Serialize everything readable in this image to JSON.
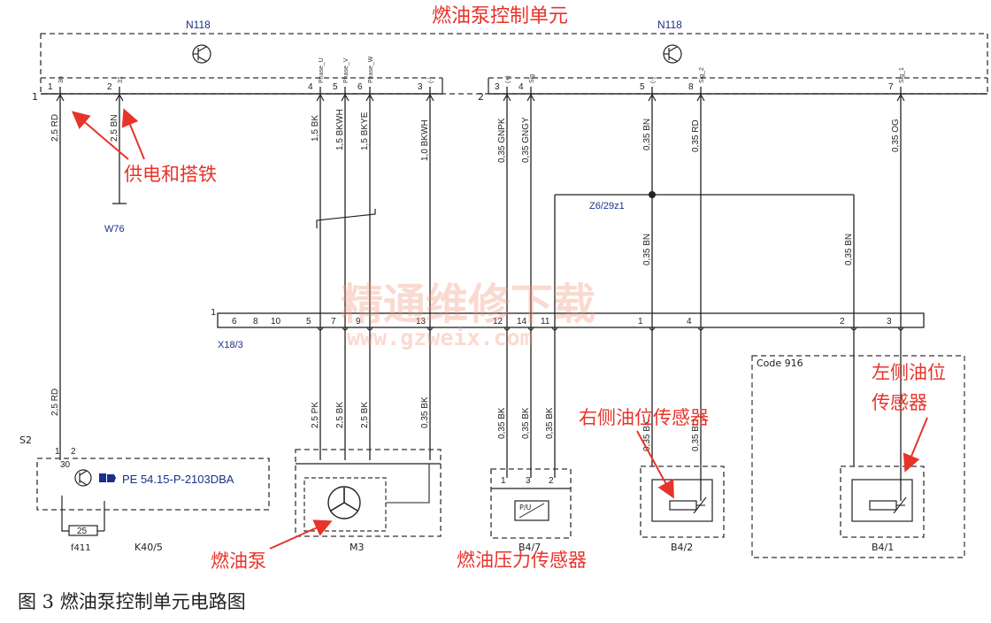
{
  "title": "燃油泵控制单元",
  "caption": "图 3  燃油泵控制单元电路图",
  "watermark": {
    "cn": "精通维修下载",
    "url": "www.gzweix.com"
  },
  "components": {
    "n118": "N118",
    "w76": "W76",
    "z6": "Z6/29z1",
    "x18": "X18/3",
    "s2": "S2",
    "pe_code": "PE 54.15-P-2103DBA",
    "fuse": "f411",
    "fuse_val": "25",
    "k40": "K40/5",
    "m3": "M3",
    "b47": "B4/7",
    "b42": "B4/2",
    "b41": "B4/1",
    "code916": "Code 916",
    "pu": "P/U",
    "conn1": "1",
    "conn2": "2",
    "x18pin1": "1",
    "s2pin1": "1",
    "s2pin2": "2",
    "s2pin30": "30"
  },
  "annotations": {
    "power_ground": "供电和搭铁",
    "fuel_pump": "燃油泵",
    "pressure_sensor": "燃油压力传感器",
    "right_sensor": "右侧油位传感器",
    "left_sensor_l1": "左侧油位",
    "left_sensor_l2": "传感器"
  },
  "pins": [
    {
      "pin": "1",
      "sig": "30",
      "wire": "2,5 RD",
      "lower": "2,5 RD"
    },
    {
      "pin": "2",
      "sig": "31",
      "wire": "2,5 BN"
    },
    {
      "pin": "4",
      "sig": "Phase_U",
      "wire": "1,5 BK",
      "lower": "2,5 PK",
      "x18": "5"
    },
    {
      "pin": "5",
      "sig": "Phase_V",
      "wire": "1,5 BKWH",
      "lower": "2,5 BK",
      "x18": "7"
    },
    {
      "pin": "6",
      "sig": "Phase_W",
      "wire": "1,5 BKYE",
      "lower": "2,5 BK",
      "x18": "9"
    },
    {
      "pin": "3",
      "sig": "(-)",
      "wire": "1,0 BKWH",
      "lower": "0,35 BK",
      "x18": "13"
    },
    {
      "pin": "3",
      "sig": "(+)",
      "wire": "0,35 GNPK",
      "lower": "0,35 BK",
      "x18": "12"
    },
    {
      "pin": "4",
      "sig": "Sig",
      "wire": "0,35 GNGY",
      "lower": "0,35 BK",
      "x18": "14"
    },
    {
      "pin": "11",
      "sig": "",
      "wire": "0,35 BN",
      "lower": "0,35 BK",
      "x18": "11"
    },
    {
      "pin": "5",
      "sig": "(-)",
      "wire": "0,35 BN",
      "mid": "0,35 BN",
      "lower": "0,35 BK",
      "x18": "1"
    },
    {
      "pin": "8",
      "sig": "Sig_2",
      "wire": "0,35 RD",
      "lower": "0,35 BU",
      "x18": "4"
    },
    {
      "pin": "",
      "sig": "",
      "wire": "",
      "mid": "0,35 BN",
      "x18": "2"
    },
    {
      "pin": "7",
      "sig": "Sig_1",
      "wire": "0,35 OG",
      "x18": "3"
    }
  ],
  "x18_extra": [
    "6",
    "8",
    "10"
  ],
  "b47_pins": [
    "1",
    "3",
    "2"
  ]
}
